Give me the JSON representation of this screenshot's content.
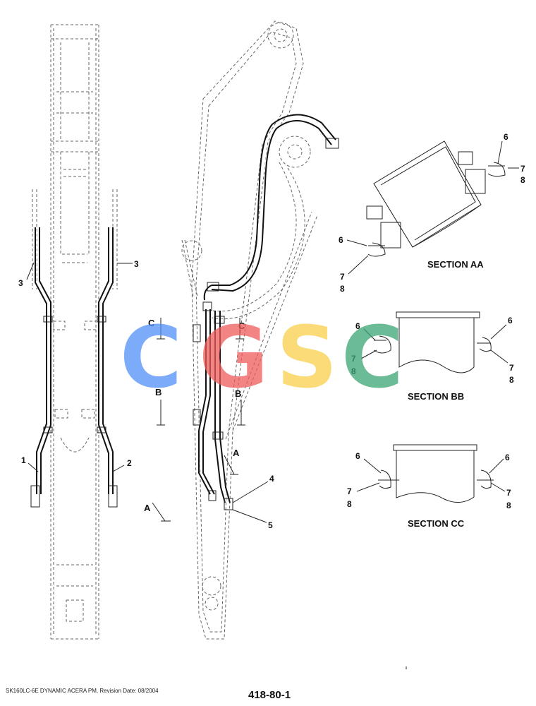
{
  "watermark": {
    "letters": [
      "C",
      "G",
      "S",
      "C"
    ],
    "colors": [
      "#4f8ff7",
      "#ef5b5b",
      "#f9cf4a",
      "#3aa574"
    ]
  },
  "callouts": {
    "part_1": "1",
    "part_2": "2",
    "part_3_left": "3",
    "part_3_right": "3",
    "part_4": "4",
    "part_5": "5",
    "aa_6_top": "6",
    "aa_7_top": "7",
    "aa_8_top": "8",
    "aa_6_bottom": "6",
    "aa_7_bottom": "7",
    "aa_8_bottom": "8",
    "bb_6_left": "6",
    "bb_7_left": "7",
    "bb_8_left": "8",
    "bb_6_right": "6",
    "bb_7_right": "7",
    "bb_8_right": "8",
    "cc_6_left": "6",
    "cc_7_left": "7",
    "cc_8_left": "8",
    "cc_6_right": "6",
    "cc_7_right": "7",
    "cc_8_right": "8"
  },
  "section_markers": {
    "c_left": "C",
    "c_right": "C",
    "b_left": "B",
    "b_right": "B",
    "a_boom": "A",
    "a_arm": "A"
  },
  "section_titles": {
    "aa": "SECTION AA",
    "bb": "SECTION BB",
    "cc": "SECTION CC"
  },
  "footer": {
    "left": "SK160LC-6E DYNAMIC ACERA PM, Revision Date: 08/2004",
    "right": "418-80-1"
  }
}
